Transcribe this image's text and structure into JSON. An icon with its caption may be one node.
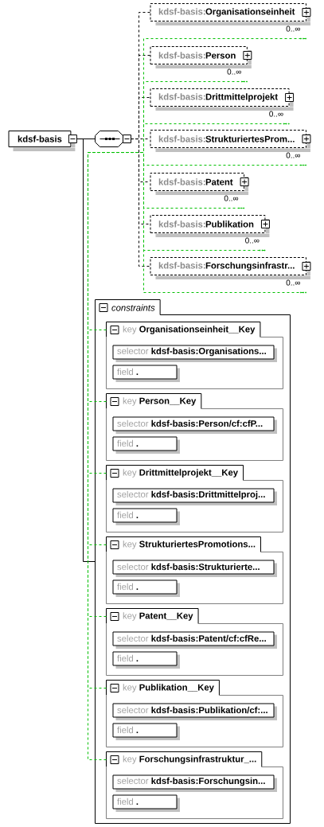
{
  "diagram": {
    "nodes": [
      {
        "text": [
          "kdsf-basis"
        ]
      },
      {
        "text": [],
        "shape": "octagon"
      },
      {
        "text": [
          "kdsf-basis:",
          "Organisationseinheit"
        ],
        "beside": [
          "0..∞"
        ]
      },
      {
        "text": [
          "kdsf-basis:",
          "Person"
        ],
        "beside": [
          "0..∞"
        ]
      },
      {
        "text": [
          "kdsf-basis:",
          "Drittmittelprojekt"
        ],
        "beside": [
          "0..∞"
        ]
      },
      {
        "text": [
          "kdsf-basis:",
          "StrukturiertesProm..."
        ],
        "beside": [
          "0..∞"
        ]
      },
      {
        "text": [
          "kdsf-basis:",
          "Patent"
        ],
        "beside": [
          "0..∞"
        ]
      },
      {
        "text": [
          "kdsf-basis:",
          "Publikation"
        ],
        "beside": [
          "0..∞"
        ]
      },
      {
        "text": [
          "kdsf-basis:",
          "Forschungsinfrastr..."
        ],
        "beside": [
          "0..∞"
        ]
      },
      {
        "text": [
          "constraints"
        ]
      },
      {
        "text": [
          "key",
          "Organisationseinheit__Key"
        ],
        "in": 9
      },
      {
        "text": [
          "selector",
          "kdsf-basis:Organisations..."
        ],
        "in": 10
      },
      {
        "text": [
          "field",
          "."
        ],
        "in": 10
      },
      {
        "text": [
          "key",
          "Person__Key"
        ],
        "in": 9
      },
      {
        "text": [
          "selector",
          "kdsf-basis:Person/cf:cfP..."
        ],
        "in": 13
      },
      {
        "text": [
          "field",
          "."
        ],
        "in": 13
      },
      {
        "text": [
          "key",
          "Drittmittelprojekt__Key"
        ],
        "in": 9
      },
      {
        "text": [
          "selector",
          "kdsf-basis:Drittmittelproj..."
        ],
        "in": 16
      },
      {
        "text": [
          "field",
          "."
        ],
        "in": 16
      },
      {
        "text": [
          "key",
          "StrukturiertesPromotions..."
        ],
        "in": 9
      },
      {
        "text": [
          "selector",
          "kdsf-basis:Strukturierte..."
        ],
        "in": 19
      },
      {
        "text": [
          "field",
          "."
        ],
        "in": 19
      },
      {
        "text": [
          "key",
          "Patent__Key"
        ],
        "in": 9
      },
      {
        "text": [
          "selector",
          "kdsf-basis:Patent/cf:cfRe..."
        ],
        "in": 22
      },
      {
        "text": [
          "field",
          "."
        ],
        "in": 22
      },
      {
        "text": [
          "key",
          "Publikation__Key"
        ],
        "in": 9
      },
      {
        "text": [
          "selector",
          "kdsf-basis:Publikation/cf:..."
        ],
        "in": 25
      },
      {
        "text": [
          "field",
          "."
        ],
        "in": 25
      },
      {
        "text": [
          "key",
          "Forschungsinfrastruktur_..."
        ],
        "in": 9
      },
      {
        "text": [
          "selector",
          "kdsf-basis:Forschungsin..."
        ],
        "in": 28
      },
      {
        "text": [
          "field",
          "."
        ],
        "in": 28
      }
    ],
    "edges": [
      {
        "from": 0,
        "to": 1,
        "arrow": "none"
      },
      {
        "from": 0,
        "to": 9,
        "arrow": "none"
      },
      {
        "from": 1,
        "to": 2,
        "arrow": "none",
        "style": "dashed"
      },
      {
        "from": 1,
        "to": 3,
        "arrow": "none",
        "style": "dashed"
      },
      {
        "from": 1,
        "to": 4,
        "arrow": "none",
        "style": "dashed"
      },
      {
        "from": 1,
        "to": 5,
        "arrow": "none",
        "style": "dashed"
      },
      {
        "from": 1,
        "to": 6,
        "arrow": "none",
        "style": "dashed"
      },
      {
        "from": 1,
        "to": 7,
        "arrow": "none",
        "style": "dashed"
      },
      {
        "from": 1,
        "to": 8,
        "arrow": "none",
        "style": "dashed"
      },
      {
        "from": 10,
        "to": 2,
        "arrow": "other",
        "style": "dashed",
        "color": "#00c000"
      },
      {
        "from": 13,
        "to": 3,
        "arrow": "other",
        "style": "dashed",
        "color": "#00c000"
      },
      {
        "from": 16,
        "to": 4,
        "arrow": "other",
        "style": "dashed",
        "color": "#00c000"
      },
      {
        "from": 19,
        "to": 5,
        "arrow": "other",
        "style": "dashed",
        "color": "#00c000"
      },
      {
        "from": 22,
        "to": 6,
        "arrow": "other",
        "style": "dashed",
        "color": "#00c000"
      },
      {
        "from": 25,
        "to": 7,
        "arrow": "other",
        "style": "dashed",
        "color": "#00c000"
      },
      {
        "from": 28,
        "to": 8,
        "arrow": "other",
        "style": "dashed",
        "color": "#00c000"
      }
    ]
  }
}
